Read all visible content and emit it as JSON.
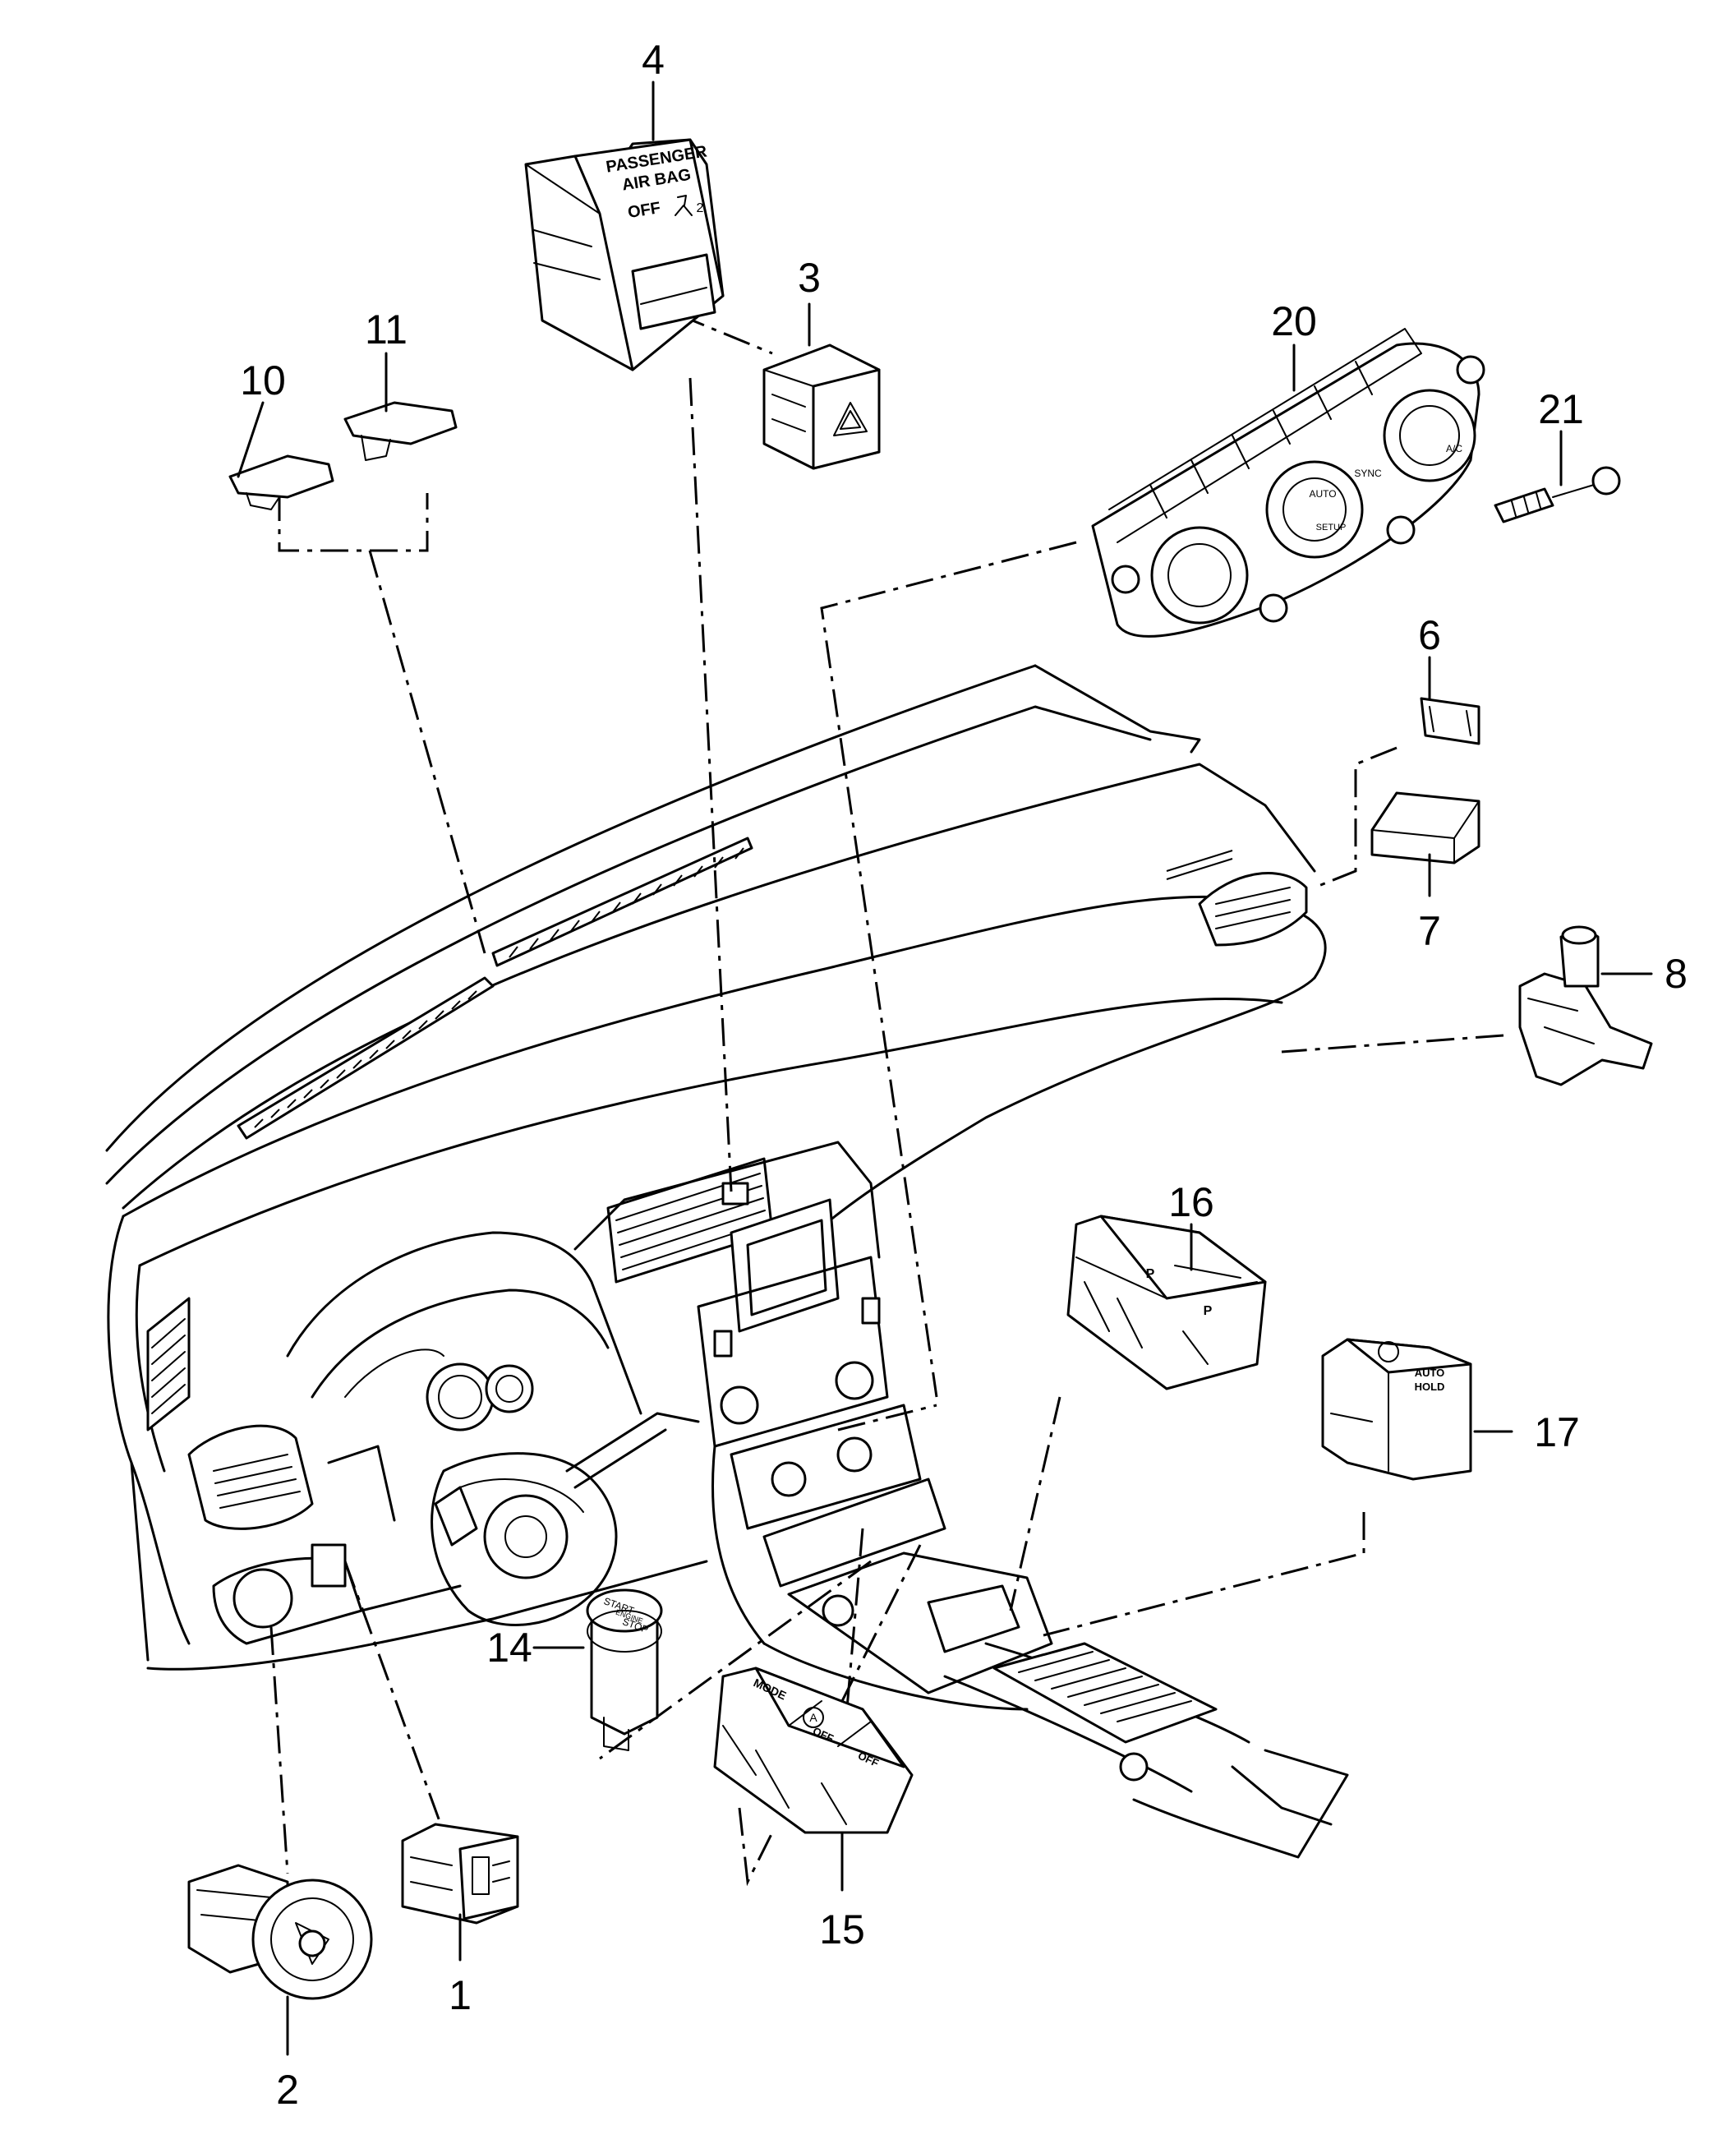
{
  "callouts": [
    {
      "id": "c1",
      "label": "1"
    },
    {
      "id": "c2",
      "label": "2"
    },
    {
      "id": "c3",
      "label": "3"
    },
    {
      "id": "c4",
      "label": "4"
    },
    {
      "id": "c6",
      "label": "6"
    },
    {
      "id": "c7",
      "label": "7"
    },
    {
      "id": "c8",
      "label": "8"
    },
    {
      "id": "c10",
      "label": "10"
    },
    {
      "id": "c11",
      "label": "11"
    },
    {
      "id": "c14",
      "label": "14"
    },
    {
      "id": "c15",
      "label": "15"
    },
    {
      "id": "c16",
      "label": "16"
    },
    {
      "id": "c17",
      "label": "17"
    },
    {
      "id": "c20",
      "label": "20"
    },
    {
      "id": "c21",
      "label": "21"
    }
  ],
  "part_text": {
    "airbag_line1": "PASSENGER",
    "airbag_line2": "AIR BAG",
    "airbag_line3": "OFF",
    "airbag_suffix": "2",
    "start_line1": "START",
    "start_line2": "ENGINE",
    "start_line3": "STOP",
    "auto_line1": "AUTO",
    "auto_line2": "HOLD",
    "park_p": "P",
    "park_p2": "P",
    "mode_label": "MODE",
    "a_off": "OFF",
    "a_symbol": "A",
    "hdc_off": "OFF",
    "clim_auto": "AUTO",
    "clim_setup": "SETUP",
    "clim_sync": "SYNC",
    "clim_ac": "A/C"
  }
}
